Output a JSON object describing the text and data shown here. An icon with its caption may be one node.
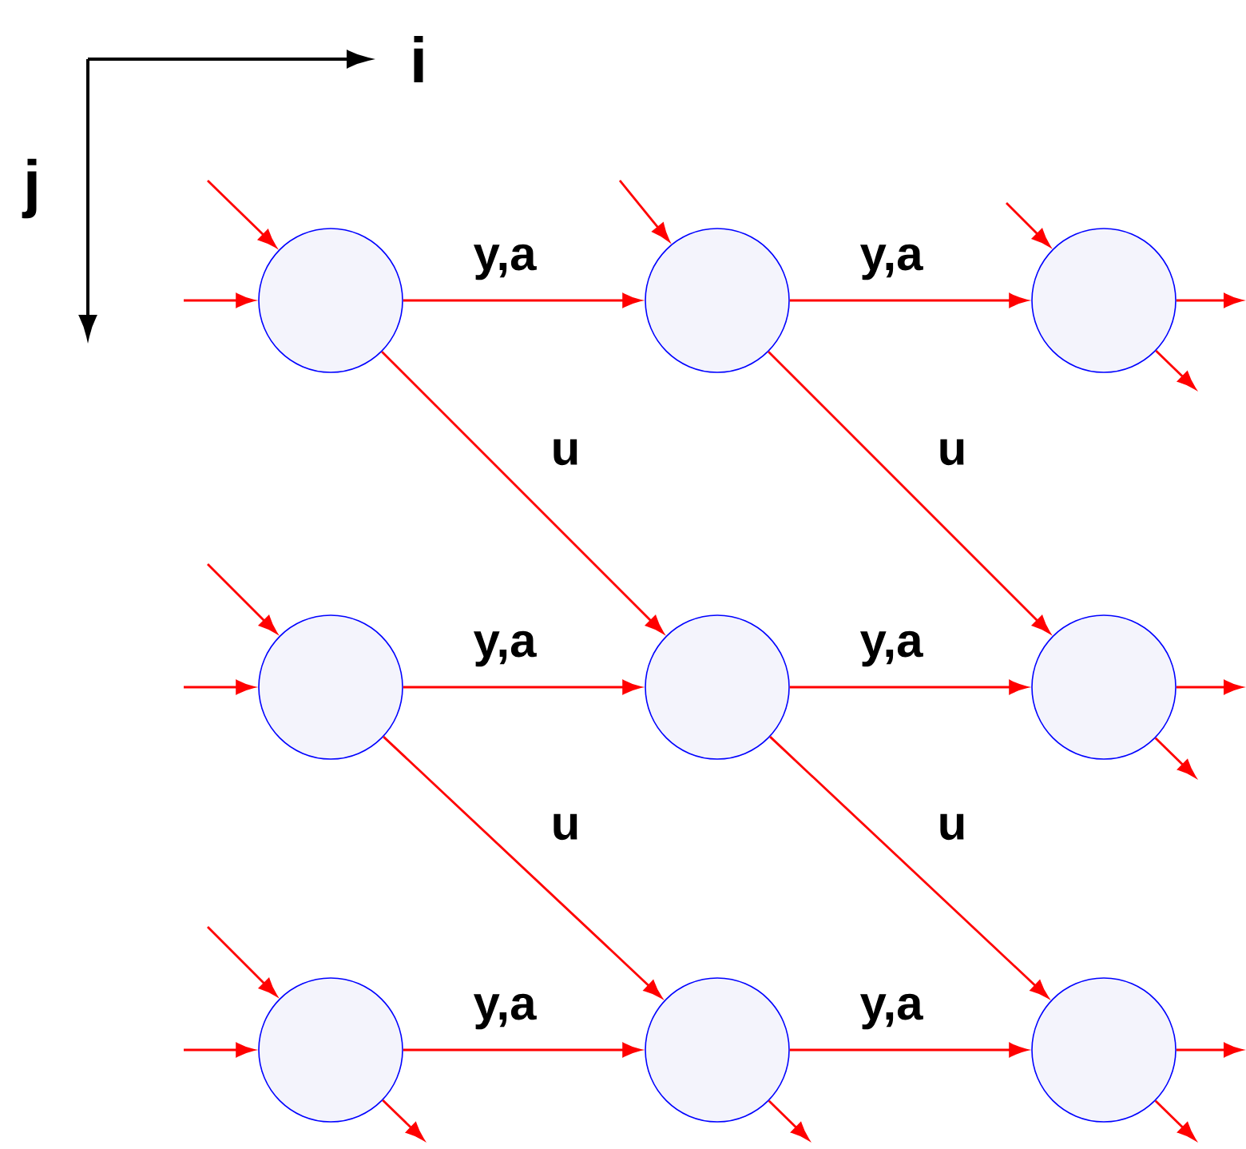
{
  "diagram": {
    "nodes": [
      {
        "text": [],
        "shape": "circle"
      },
      {
        "text": [],
        "shape": "circle"
      },
      {
        "text": [],
        "shape": "circle"
      },
      {
        "text": [],
        "shape": "circle"
      },
      {
        "text": [],
        "shape": "circle"
      },
      {
        "text": [],
        "shape": "circle"
      },
      {
        "text": [],
        "shape": "circle"
      },
      {
        "text": [],
        "shape": "circle"
      },
      {
        "text": [],
        "shape": "circle"
      }
    ],
    "edges": [
      {
        "from": 0,
        "to": 1,
        "arrow": "to",
        "label": "y,a"
      },
      {
        "from": 1,
        "to": 2,
        "arrow": "to",
        "label": "y,a"
      },
      {
        "from": 3,
        "to": 4,
        "arrow": "to",
        "label": "y,a"
      },
      {
        "from": 4,
        "to": 5,
        "arrow": "to",
        "label": "y,a"
      },
      {
        "from": 6,
        "to": 7,
        "arrow": "to",
        "label": "y,a"
      },
      {
        "from": 7,
        "to": 8,
        "arrow": "to",
        "label": "y,a"
      },
      {
        "from": 0,
        "to": 4,
        "arrow": "to",
        "label": "u"
      },
      {
        "from": 1,
        "to": 5,
        "arrow": "to",
        "label": "u"
      },
      {
        "from": 3,
        "to": 7,
        "arrow": "to",
        "label": "u"
      },
      {
        "from": 4,
        "to": 8,
        "arrow": "to",
        "label": "u"
      },
      {
        "from": null,
        "to": 0,
        "arrow": "to"
      },
      {
        "from": null,
        "to": 0,
        "arrow": "to"
      },
      {
        "from": null,
        "to": 1,
        "arrow": "to"
      },
      {
        "from": null,
        "to": 2,
        "arrow": "to"
      },
      {
        "from": null,
        "to": 3,
        "arrow": "to"
      },
      {
        "from": null,
        "to": 3,
        "arrow": "to"
      },
      {
        "from": null,
        "to": 6,
        "arrow": "to"
      },
      {
        "from": null,
        "to": 6,
        "arrow": "to"
      },
      {
        "from": 2,
        "to": null,
        "arrow": "to"
      },
      {
        "from": 2,
        "to": null,
        "arrow": "to"
      },
      {
        "from": 5,
        "to": null,
        "arrow": "to"
      },
      {
        "from": 5,
        "to": null,
        "arrow": "to"
      },
      {
        "from": 8,
        "to": null,
        "arrow": "to"
      },
      {
        "from": 8,
        "to": null,
        "arrow": "to"
      },
      {
        "from": 6,
        "to": null,
        "arrow": "to"
      },
      {
        "from": 7,
        "to": null,
        "arrow": "to"
      }
    ],
    "labels": [
      "i",
      "j"
    ]
  }
}
